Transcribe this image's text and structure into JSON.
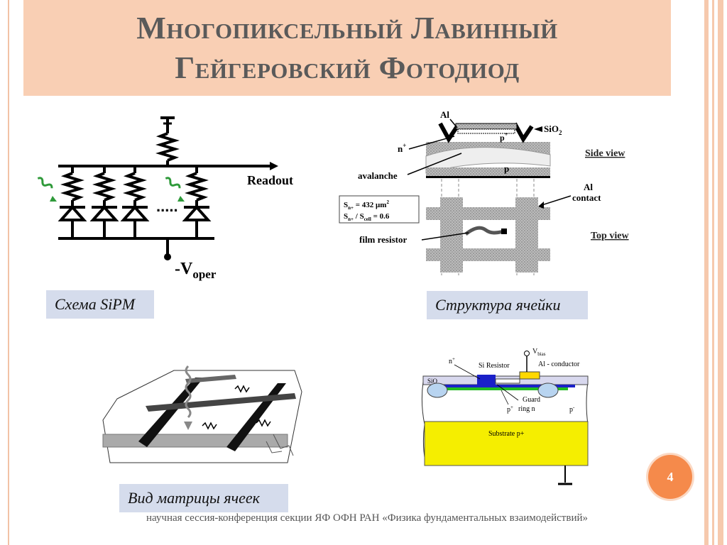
{
  "slide": {
    "title_line1": "Многопиксельный Лавинный",
    "title_line2": "Гейгеровский Фотодиод",
    "page_number": "4",
    "footer": "научная сессия-конференция секции ЯФ ОФН РАН «Физика фундаментальных взаимодействий»"
  },
  "panels": {
    "sipm_scheme": {
      "caption": "Схема SiPM",
      "readout_label": "Readout",
      "voltage_label_main": "-V",
      "voltage_label_sub": "oper",
      "dots": "....."
    },
    "cell_structure": {
      "caption": "Структура ячейки",
      "labels": {
        "al": "Al",
        "sio2": "SiO",
        "sio2_sub": "2",
        "n_plus": "n",
        "p_plus": "p",
        "p": "p",
        "side_view": "Side view",
        "avalanche": "avalanche",
        "al_contact_1": "Al",
        "al_contact_2": "contact",
        "area_line1": "S",
        "area_line1_sub": "n+",
        "area_line1_rest": " = 432 μm",
        "area_line2": "S",
        "area_line2_sub1": "n+",
        "area_line2_mid": " / S",
        "area_line2_sub2": "cell",
        "area_line2_rest": " = 0.6",
        "top_view": "Top view",
        "film_resistor": "film resistor"
      }
    },
    "matrix_view": {
      "caption": "Вид матрицы ячеек"
    },
    "cross_section": {
      "labels": {
        "n_plus": "n",
        "si_resistor": "Si Resistor",
        "v_bias": "V",
        "v_bias_sub": "bias",
        "al_conductor": "Al - conductor",
        "sio2": "SiO",
        "guard": "Guard",
        "ring": "ring n",
        "p_plus": "p",
        "p_minus": "p",
        "substrate": "Substrate p+"
      }
    }
  },
  "colors": {
    "title_bg": "#f9cfb4",
    "caption_bg": "#d5dcec",
    "badge": "#f58a4b",
    "substrate_yellow": "#f5ee00",
    "guard_green": "#22bb22",
    "resistor_blue": "#1a20c8",
    "al_yellow": "#ffd800"
  }
}
